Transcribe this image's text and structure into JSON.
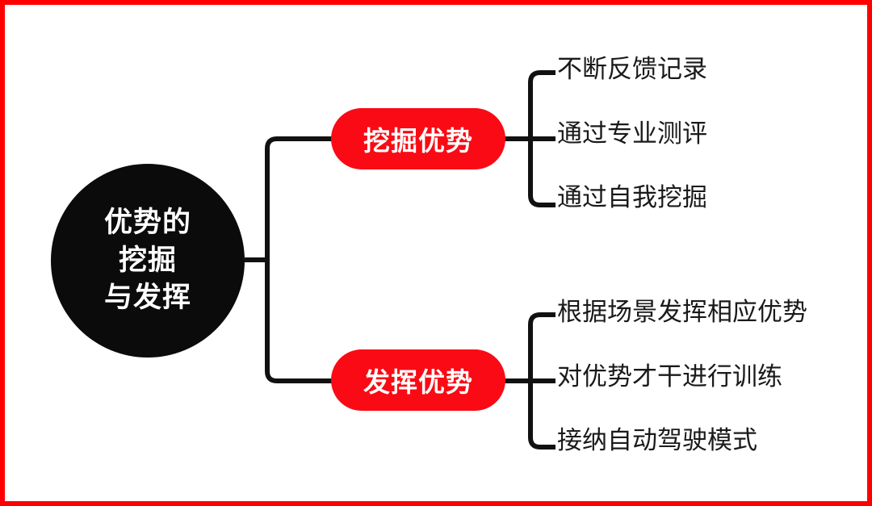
{
  "frame": {
    "border_color": "#FF0000",
    "background_color": "#FFFFFF"
  },
  "mindmap": {
    "title": "优势的挖掘与发挥",
    "root": {
      "lines": [
        "优势的",
        "挖掘",
        "与发挥"
      ],
      "shape": "circle",
      "fill_color": "#0B0B0B",
      "text_color": "#FFFFFF"
    },
    "branches": [
      {
        "label": "挖掘优势",
        "shape": "pill",
        "fill_color": "#FA0A14",
        "text_color": "#FFFFFF",
        "leaves": [
          "不断反馈记录",
          "通过专业测评",
          "通过自我挖掘"
        ]
      },
      {
        "label": "发挥优势",
        "shape": "pill",
        "fill_color": "#FA0A14",
        "text_color": "#FFFFFF",
        "leaves": [
          "根据场景发挥相应优势",
          "对优势才干进行训练",
          "接纳自动驾驶模式"
        ]
      }
    ],
    "connector_color": "#111111"
  }
}
